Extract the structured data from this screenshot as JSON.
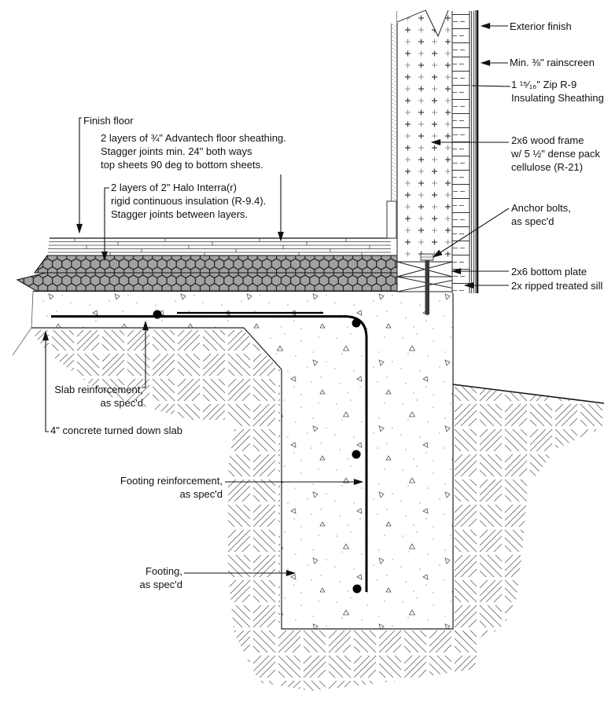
{
  "drawing_type": "foundation-wall-section-detail",
  "colors": {
    "paper": "#ffffff",
    "ink": "#111111",
    "insulation_gray": "#9e9e9e",
    "rebar_black": "#000000"
  },
  "labels": {
    "exterior_finish": "Exterior finish",
    "rainscreen": "Min. ⅜\" rainscreen",
    "zip_sheathing": "1 ¹⁵⁄₁₆\" Zip R-9\nInsulating Sheathing",
    "wood_frame": "2x6 wood frame\nw/ 5 ½\" dense pack\ncellulose (R-21)",
    "anchor_bolts": "Anchor bolts,\nas spec'd",
    "bottom_plate": "2x6 bottom plate",
    "treated_sill": "2x ripped treated sill",
    "finish_floor": "Finish floor",
    "floor_sheathing": "2 layers of ¾\" Advantech floor sheathing.\nStagger joints min. 24\" both ways\ntop sheets 90 deg to bottom sheets.",
    "rigid_insulation": "2 layers of 2\" Halo Interra(r)\nrigid continuous insulation (R-9.4).\nStagger joints between layers.",
    "slab_reinforcement": "Slab reinforcement,\nas spec'd",
    "turned_down_slab": "4\" concrete turned down slab",
    "footing_reinforcement": "Footing reinforcement,\nas spec'd",
    "footing": "Footing,\nas spec'd"
  }
}
